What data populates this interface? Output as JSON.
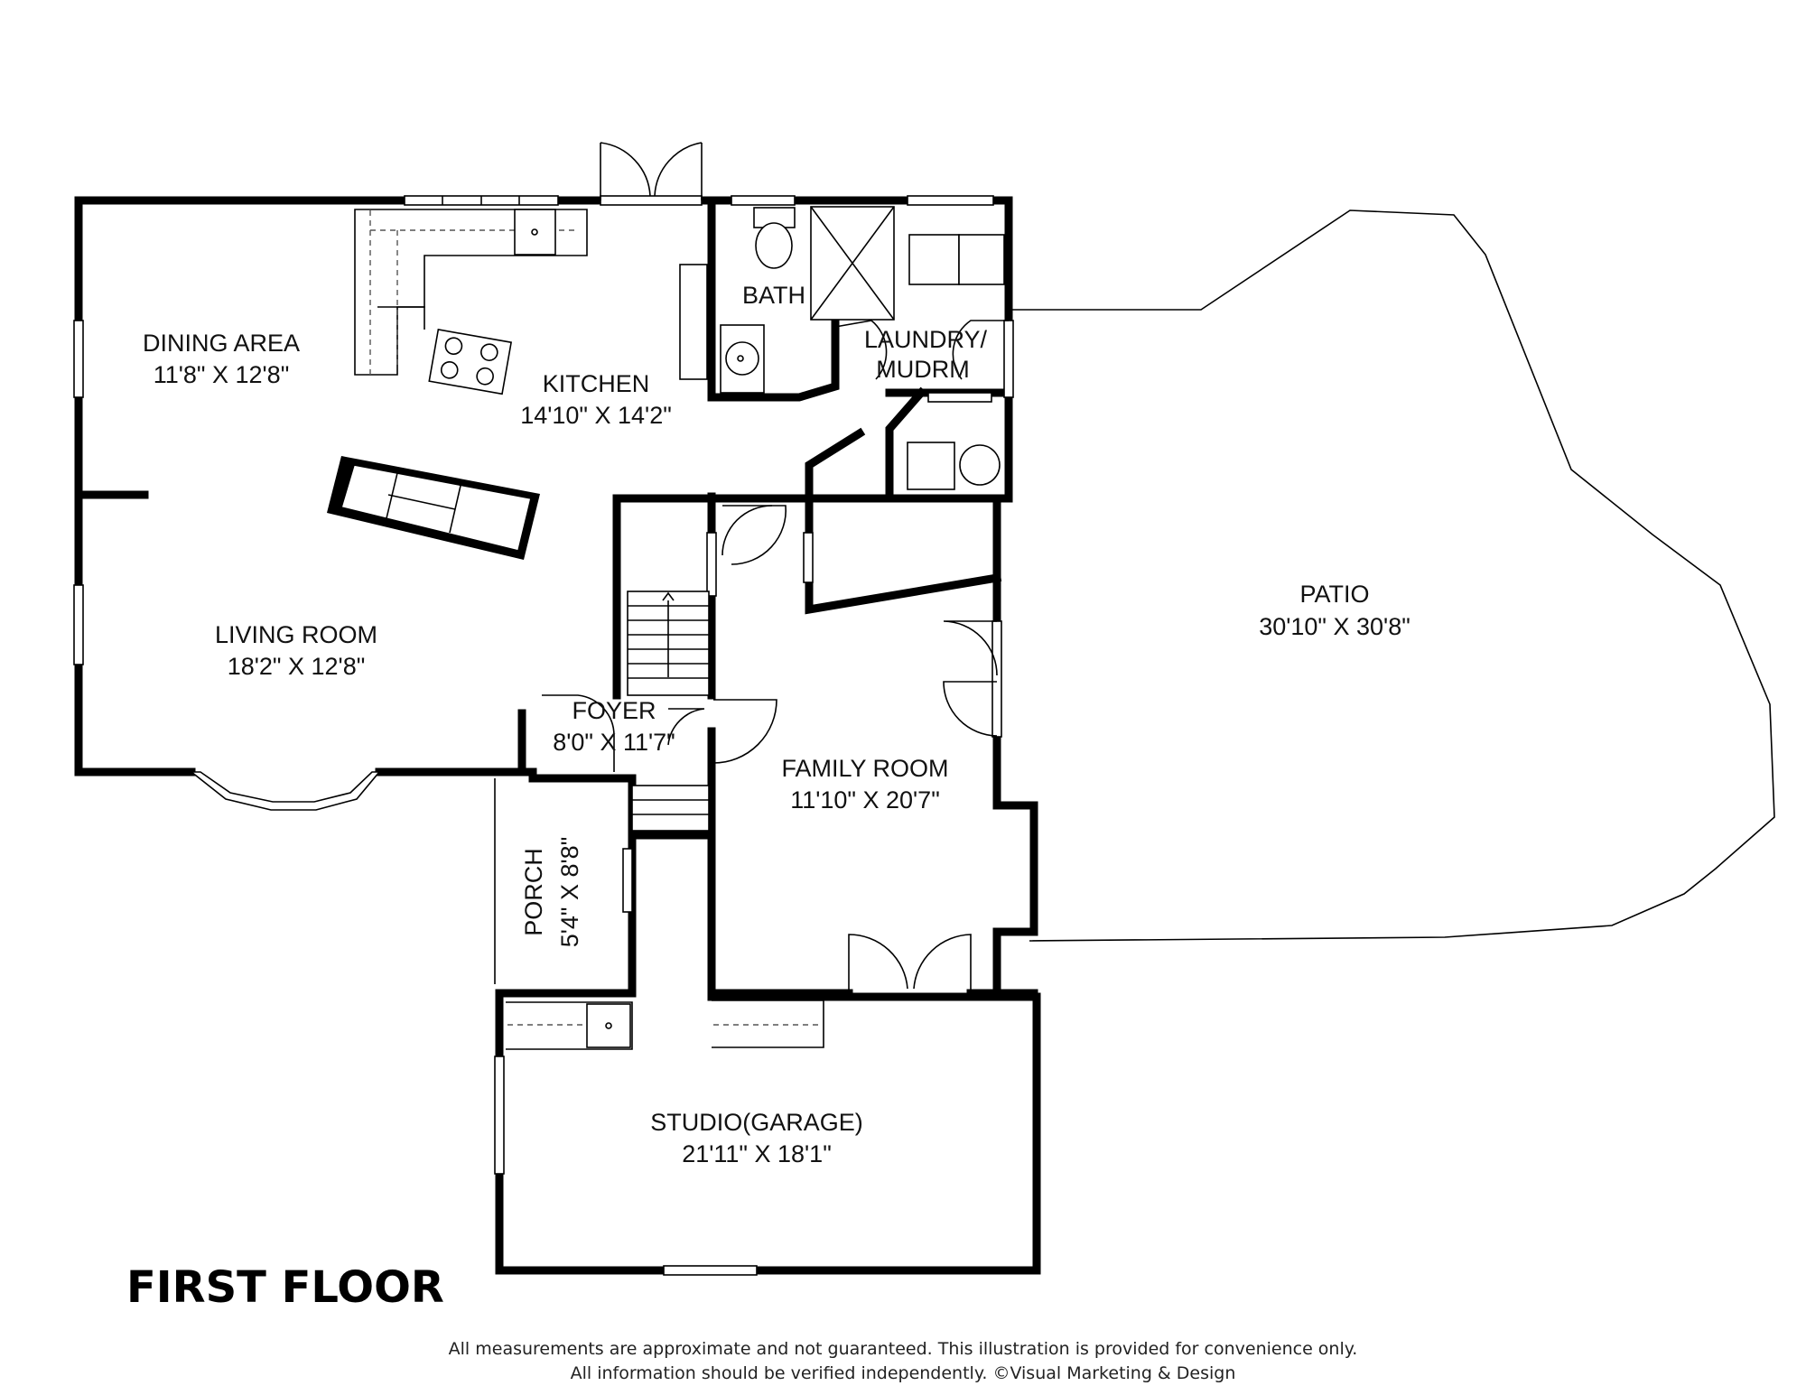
{
  "floor_title": "FIRST FLOOR",
  "rooms": [
    {
      "id": "dining",
      "name": "DINING AREA",
      "dims": "11'8\" X 12'8\""
    },
    {
      "id": "kitchen",
      "name": "KITCHEN",
      "dims": "14'10\" X 14'2\""
    },
    {
      "id": "bath",
      "name": "BATH",
      "dims": ""
    },
    {
      "id": "laundry",
      "name": "LAUNDRY/",
      "dims": "MUDRM"
    },
    {
      "id": "living",
      "name": "LIVING ROOM",
      "dims": "18'2\" X 12'8\""
    },
    {
      "id": "foyer",
      "name": "FOYER",
      "dims": "8'0\" X 11'7\""
    },
    {
      "id": "family",
      "name": "FAMILY ROOM",
      "dims": "11'10\" X 20'7\""
    },
    {
      "id": "patio",
      "name": "PATIO",
      "dims": "30'10\" X 30'8\""
    },
    {
      "id": "porch",
      "name": "PORCH",
      "dims": "5'4\" X 8'8\""
    },
    {
      "id": "studio",
      "name": "STUDIO(GARAGE)",
      "dims": "21'11\" X 18'1\""
    }
  ],
  "disclaimer": {
    "line1": "All measurements are approximate and not guaranteed. This illustration is provided for convenience only.",
    "line2": "All information should be verified independently. ©Visual Marketing & Design"
  }
}
